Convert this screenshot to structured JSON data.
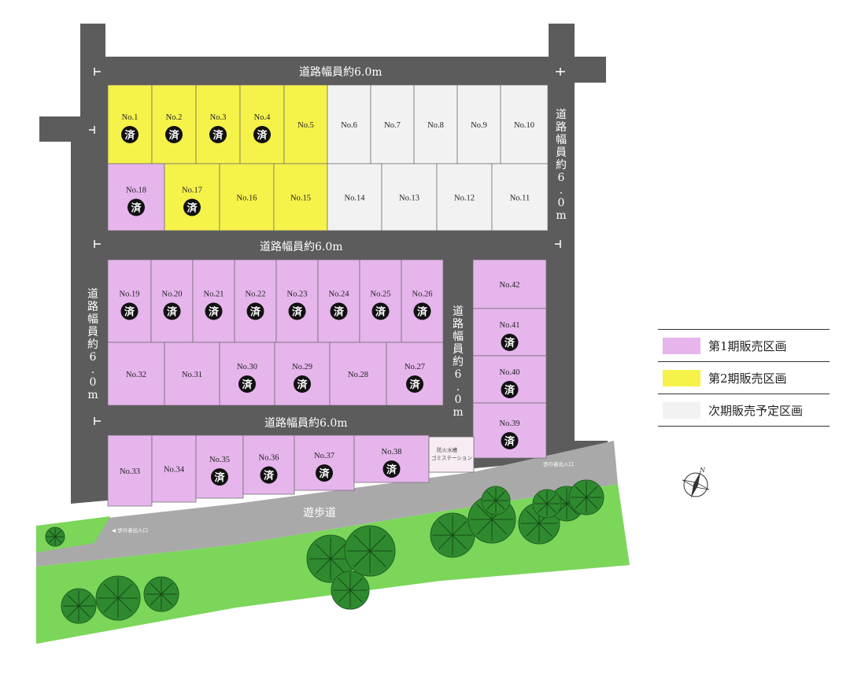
{
  "colors": {
    "phase1": "#e6b5ec",
    "phase2": "#f5f24a",
    "next": "#f2f2f2",
    "road": "#5c5c5c",
    "walkway": "#a9a9a9",
    "grass": "#7bd65a",
    "lot_border": "#6a6a6a",
    "sold_badge": "#111111",
    "fire": "#f8ecf4"
  },
  "sold_mark": "済",
  "lots": [
    {
      "no": "No.1",
      "status": "phase2",
      "sold": true
    },
    {
      "no": "No.2",
      "status": "phase2",
      "sold": true
    },
    {
      "no": "No.3",
      "status": "phase2",
      "sold": true
    },
    {
      "no": "No.4",
      "status": "phase2",
      "sold": true
    },
    {
      "no": "No.5",
      "status": "phase2",
      "sold": false
    },
    {
      "no": "No.6",
      "status": "next",
      "sold": false
    },
    {
      "no": "No.7",
      "status": "next",
      "sold": false
    },
    {
      "no": "No.8",
      "status": "next",
      "sold": false
    },
    {
      "no": "No.9",
      "status": "next",
      "sold": false
    },
    {
      "no": "No.10",
      "status": "next",
      "sold": false
    },
    {
      "no": "No.18",
      "status": "phase1",
      "sold": true
    },
    {
      "no": "No.17",
      "status": "phase2",
      "sold": true
    },
    {
      "no": "No.16",
      "status": "phase2",
      "sold": false
    },
    {
      "no": "No.15",
      "status": "phase2",
      "sold": false
    },
    {
      "no": "No.14",
      "status": "next",
      "sold": false
    },
    {
      "no": "No.13",
      "status": "next",
      "sold": false
    },
    {
      "no": "No.12",
      "status": "next",
      "sold": false
    },
    {
      "no": "No.11",
      "status": "next",
      "sold": false
    },
    {
      "no": "No.19",
      "status": "phase1",
      "sold": true
    },
    {
      "no": "No.20",
      "status": "phase1",
      "sold": true
    },
    {
      "no": "No.21",
      "status": "phase1",
      "sold": true
    },
    {
      "no": "No.22",
      "status": "phase1",
      "sold": true
    },
    {
      "no": "No.23",
      "status": "phase1",
      "sold": true
    },
    {
      "no": "No.24",
      "status": "phase1",
      "sold": true
    },
    {
      "no": "No.25",
      "status": "phase1",
      "sold": true
    },
    {
      "no": "No.26",
      "status": "phase1",
      "sold": true
    },
    {
      "no": "No.32",
      "status": "phase1",
      "sold": false
    },
    {
      "no": "No.31",
      "status": "phase1",
      "sold": false
    },
    {
      "no": "No.30",
      "status": "phase1",
      "sold": true
    },
    {
      "no": "No.29",
      "status": "phase1",
      "sold": true
    },
    {
      "no": "No.28",
      "status": "phase1",
      "sold": false
    },
    {
      "no": "No.27",
      "status": "phase1",
      "sold": true
    },
    {
      "no": "No.42",
      "status": "phase1",
      "sold": false
    },
    {
      "no": "No.41",
      "status": "phase1",
      "sold": true
    },
    {
      "no": "No.40",
      "status": "phase1",
      "sold": true
    },
    {
      "no": "No.39",
      "status": "phase1",
      "sold": true
    },
    {
      "no": "No.33",
      "status": "phase1",
      "sold": false
    },
    {
      "no": "No.34",
      "status": "phase1",
      "sold": false
    },
    {
      "no": "No.35",
      "status": "phase1",
      "sold": true
    },
    {
      "no": "No.36",
      "status": "phase1",
      "sold": true
    },
    {
      "no": "No.37",
      "status": "phase1",
      "sold": true
    },
    {
      "no": "No.38",
      "status": "phase1",
      "sold": true
    }
  ],
  "roads": {
    "top": "道路幅員約6.0m",
    "middle": "道路幅員約6.0m",
    "bottom": "道路幅員約6.0m",
    "right_vertical": "道路幅員約6.0m",
    "left_vertical": "道路幅員約6.0m",
    "center_vertical": "道路幅員約6.0m"
  },
  "walkway": "遊歩道",
  "pedestrian_entrance_left": "◀ 歩行者出入口",
  "pedestrian_entrance_right": "歩行者出入口",
  "fire_facility": [
    "防火水槽",
    "ゴミステーション"
  ],
  "legend": [
    {
      "label": "第1期販売区画",
      "color": "#e6b5ec"
    },
    {
      "label": "第2期販売区画",
      "color": "#f5f24a"
    },
    {
      "label": "次期販売予定区画",
      "color": "#f2f2f2"
    }
  ],
  "compass": {
    "north": "N",
    "icon": "compass-icon"
  }
}
